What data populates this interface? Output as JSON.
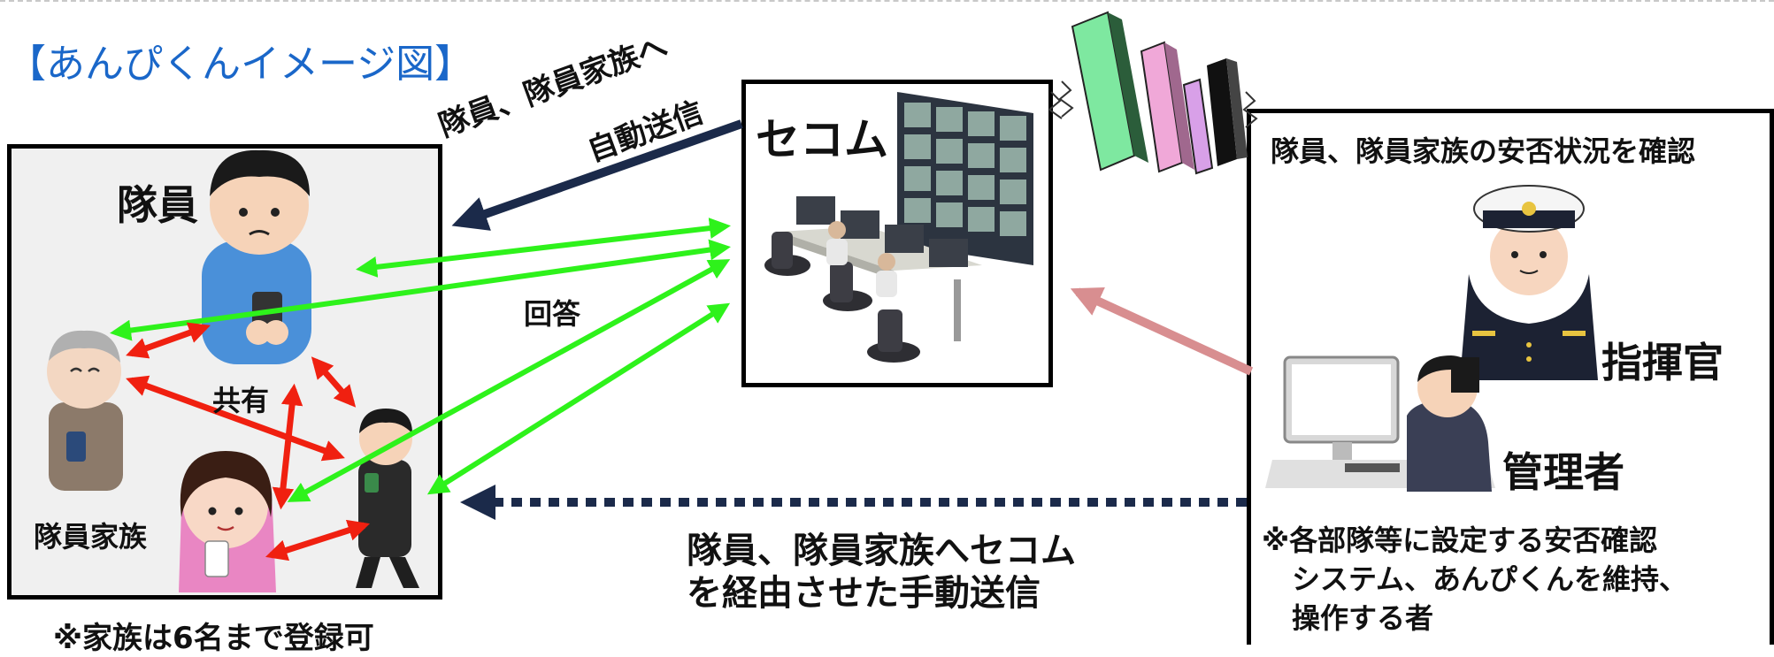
{
  "title": "【あんぴくんイメージ図】",
  "left_group": {
    "member_label": "隊員",
    "family_label": "隊員家族",
    "share_label": "共有",
    "note": "※家族は6名まで登録可"
  },
  "arrows": {
    "auto_send_label_line1": "隊員、隊員家族へ",
    "auto_send_label_line2": "自動送信",
    "answer_label": "回答",
    "manual_send_label_line1": "隊員、隊員家族へセコム",
    "manual_send_label_line2": "を経由させた手動送信"
  },
  "secom": {
    "label": "セコム"
  },
  "right_group": {
    "confirm_label": "隊員、隊員家族の安否状況を確認",
    "commander_label": "指揮官",
    "admin_label": "管理者",
    "note_line1": "※各部隊等に設定する安否確認",
    "note_line2": "システム、あんぴくんを維持、",
    "note_line3": "操作する者"
  },
  "colors": {
    "title": "#1a67c9",
    "navy_arrow": "#1b2a4a",
    "green_arrow": "#2ef21b",
    "red_arrow": "#f02010",
    "pink_arrow": "#d88e90",
    "left_box_bg": "#f0f0f0"
  },
  "icons": [
    "member-illustration",
    "elderly-family-illustration",
    "girl-family-illustration",
    "student-family-illustration",
    "control-room-illustration",
    "buildings-illustration",
    "commander-illustration",
    "admin-illustration"
  ]
}
